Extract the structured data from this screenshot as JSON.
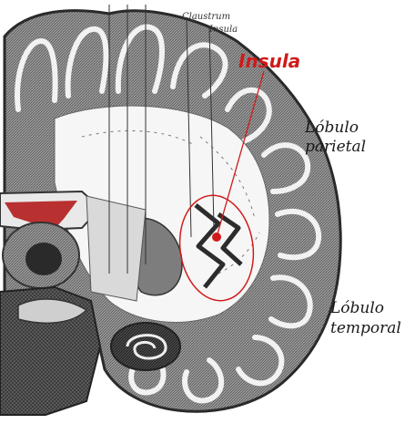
{
  "labels": {
    "claustrum": "Claustrum",
    "insula_small": "Insula",
    "insula_main": "Insula",
    "parietal_line1": "Lóbulo",
    "parietal_line2": "parietal",
    "temporal_line1": "Lóbulo",
    "temporal_line2": "temporal"
  },
  "colors": {
    "highlight": "#d11a1a",
    "tissue_dark": "#3a3a3a",
    "tissue_mid": "#8c8c8c",
    "tissue_light": "#f4f4f4",
    "ventricle_red": "#b31c1c"
  }
}
